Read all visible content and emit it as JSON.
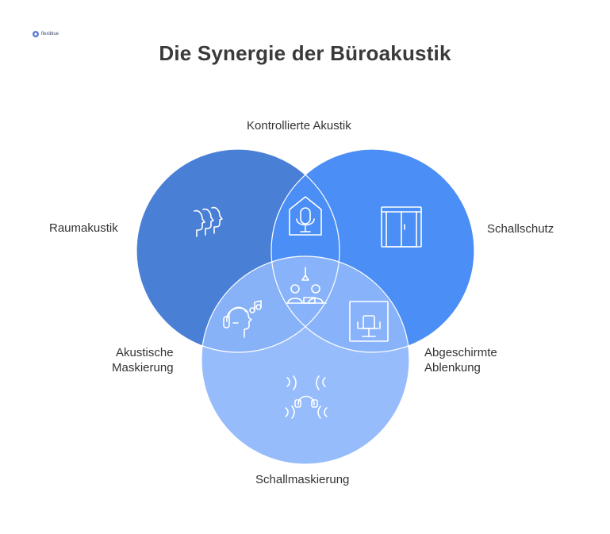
{
  "title": "Die Synergie der Büroakustik",
  "logo_text": "flexiblue",
  "labels": {
    "top": "Kontrollierte Akustik",
    "left": "Raumakustik",
    "right": "Schallschutz",
    "bottom_left": "Akustische\nMaskierung",
    "bottom_right": "Abgeschirmte\nAblenkung",
    "bottom": "Schallmaskierung"
  },
  "colors": {
    "circle_left": "#4a7fd6",
    "circle_right": "#4b8ef5",
    "circle_bottom": "#8db6fb",
    "outline": "#ffffff"
  },
  "icons": {
    "left": "heads-profile-icon",
    "right": "soundproof-door-icon",
    "bottom": "sound-waves-icon",
    "top_overlap": "house-microphone-icon",
    "center": "office-meeting-icon",
    "left_overlap": "headphones-music-icon",
    "right_overlap": "shielded-chair-icon"
  }
}
